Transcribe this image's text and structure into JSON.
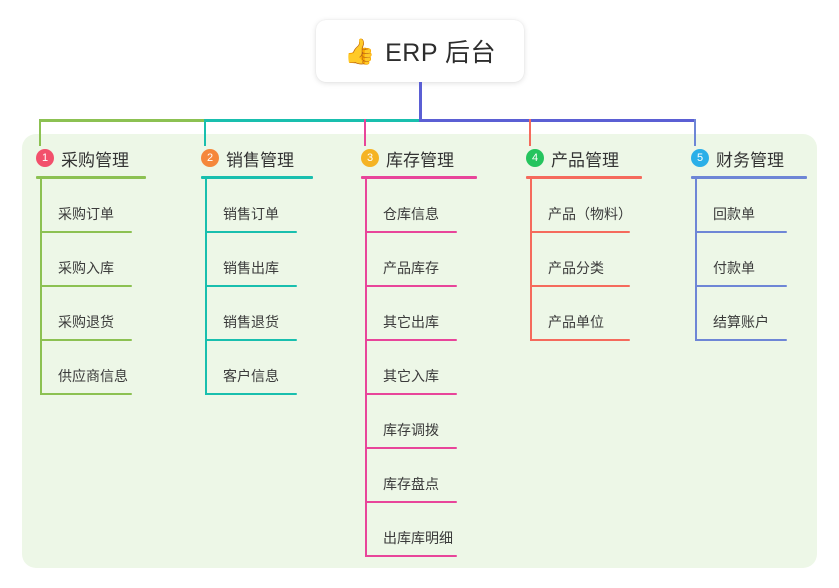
{
  "root": {
    "icon": "thumbs-up-icon",
    "emoji": "👍",
    "title": "ERP 后台"
  },
  "palette": {
    "page_background": "#ffffff",
    "panel_background": "#edf7e7",
    "root_stem": "#5b5fd4",
    "bus_segment_1": "#8cc152",
    "bus_segment_2": "#19bfae",
    "bus_segment_3": "#5b5fd4"
  },
  "columns": [
    {
      "index": "1",
      "badge_color": "#f2506c",
      "line_color": "#8cc152",
      "title": "采购管理",
      "items": [
        "采购订单",
        "采购入库",
        "采购退货",
        "供应商信息"
      ]
    },
    {
      "index": "2",
      "badge_color": "#f5873b",
      "line_color": "#19bfae",
      "title": "销售管理",
      "items": [
        "销售订单",
        "销售出库",
        "销售退货",
        "客户信息"
      ]
    },
    {
      "index": "3",
      "badge_color": "#f5b324",
      "line_color": "#e8459a",
      "title": "库存管理",
      "items": [
        "仓库信息",
        "产品库存",
        "其它出库",
        "其它入库",
        "库存调拨",
        "库存盘点",
        "出库库明细"
      ]
    },
    {
      "index": "4",
      "badge_color": "#25c45e",
      "line_color": "#f56a5c",
      "title": "产品管理",
      "items": [
        "产品（物料）",
        "产品分类",
        "产品单位"
      ]
    },
    {
      "index": "5",
      "badge_color": "#2bafe8",
      "line_color": "#6e86d6",
      "title": "财务管理",
      "items": [
        "回款单",
        "付款单",
        "结算账户"
      ]
    }
  ]
}
